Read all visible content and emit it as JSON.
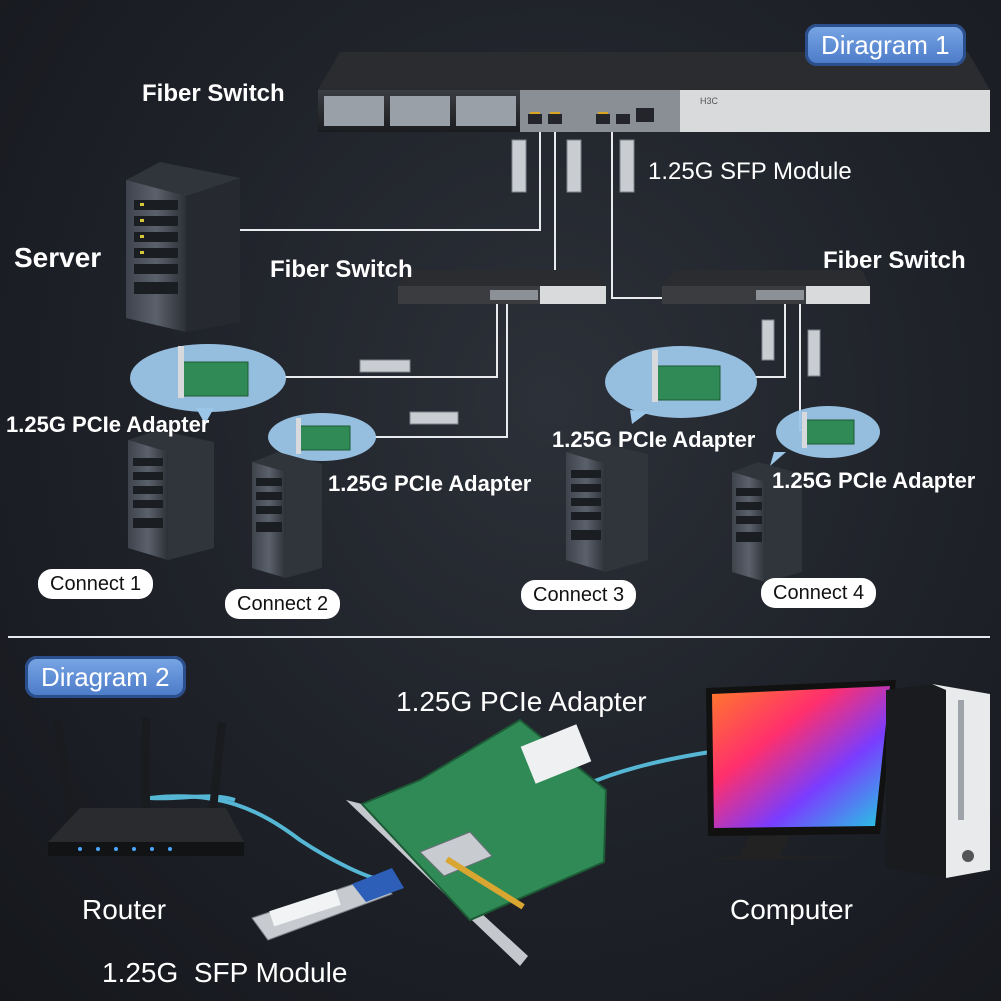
{
  "diagram1": {
    "badge": "Diragram 1",
    "core_switch_label": "Fiber Switch",
    "sfp_label": "1.25G SFP Module",
    "server_label": "Server",
    "left_switch_label": "Fiber Switch",
    "right_switch_label": "Fiber Switch",
    "switch_brand": "H3C",
    "adapters": [
      "1.25G PCIe Adapter",
      "1.25G PCIe Adapter",
      "1.25G PCIe Adapter",
      "1.25G PCIe Adapter"
    ],
    "connects": [
      "Connect 1",
      "Connect 2",
      "Connect 3",
      "Connect 4"
    ]
  },
  "diagram2": {
    "badge": "Diragram 2",
    "adapter_label": "1.25G PCIe Adapter",
    "router_label": "Router",
    "computer_label": "Computer",
    "sfp_label": "1.25G  SFP Module"
  },
  "colors": {
    "accent": "#5b8fd9",
    "cable": "#5cc8e8",
    "pcb": "#2f8a55",
    "bubble": "#9cc6e8"
  }
}
